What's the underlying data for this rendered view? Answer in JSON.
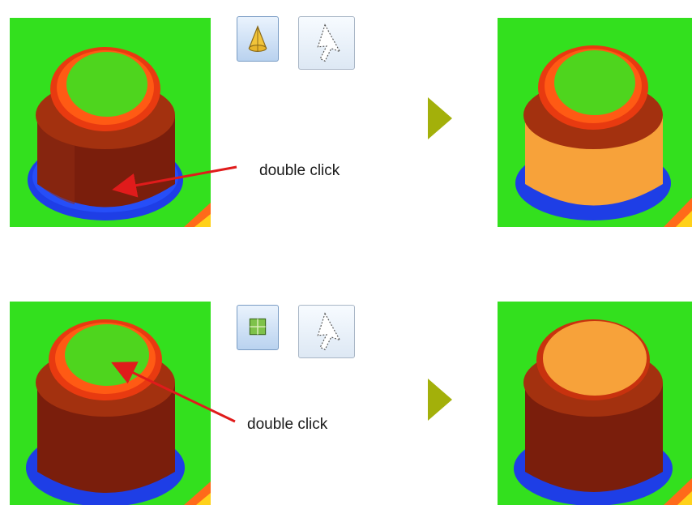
{
  "steps": [
    {
      "before_image_label": "cylinder-model-before",
      "after_image_label": "cylinder-model-after-side-selected",
      "select_tool_icon": "cone-select-icon",
      "pointer_tool_icon": "pointer-arrow-icon",
      "instruction": "double click",
      "selected_color": "#f7a23a"
    },
    {
      "before_image_label": "cylinder-model-before",
      "after_image_label": "cylinder-model-after-top-selected",
      "select_tool_icon": "plane-select-icon",
      "pointer_tool_icon": "pointer-arrow-icon",
      "instruction": "double click",
      "selected_color": "#f7a23a"
    }
  ],
  "arrow_color": "#e01b1b",
  "next_arrow_color": "#a3b00a",
  "model_colors": {
    "background": "#33e01e",
    "body": "#7a1e0c",
    "rim": "#e83a10",
    "base": "#1e3ee6",
    "top": "#4ed51e"
  }
}
